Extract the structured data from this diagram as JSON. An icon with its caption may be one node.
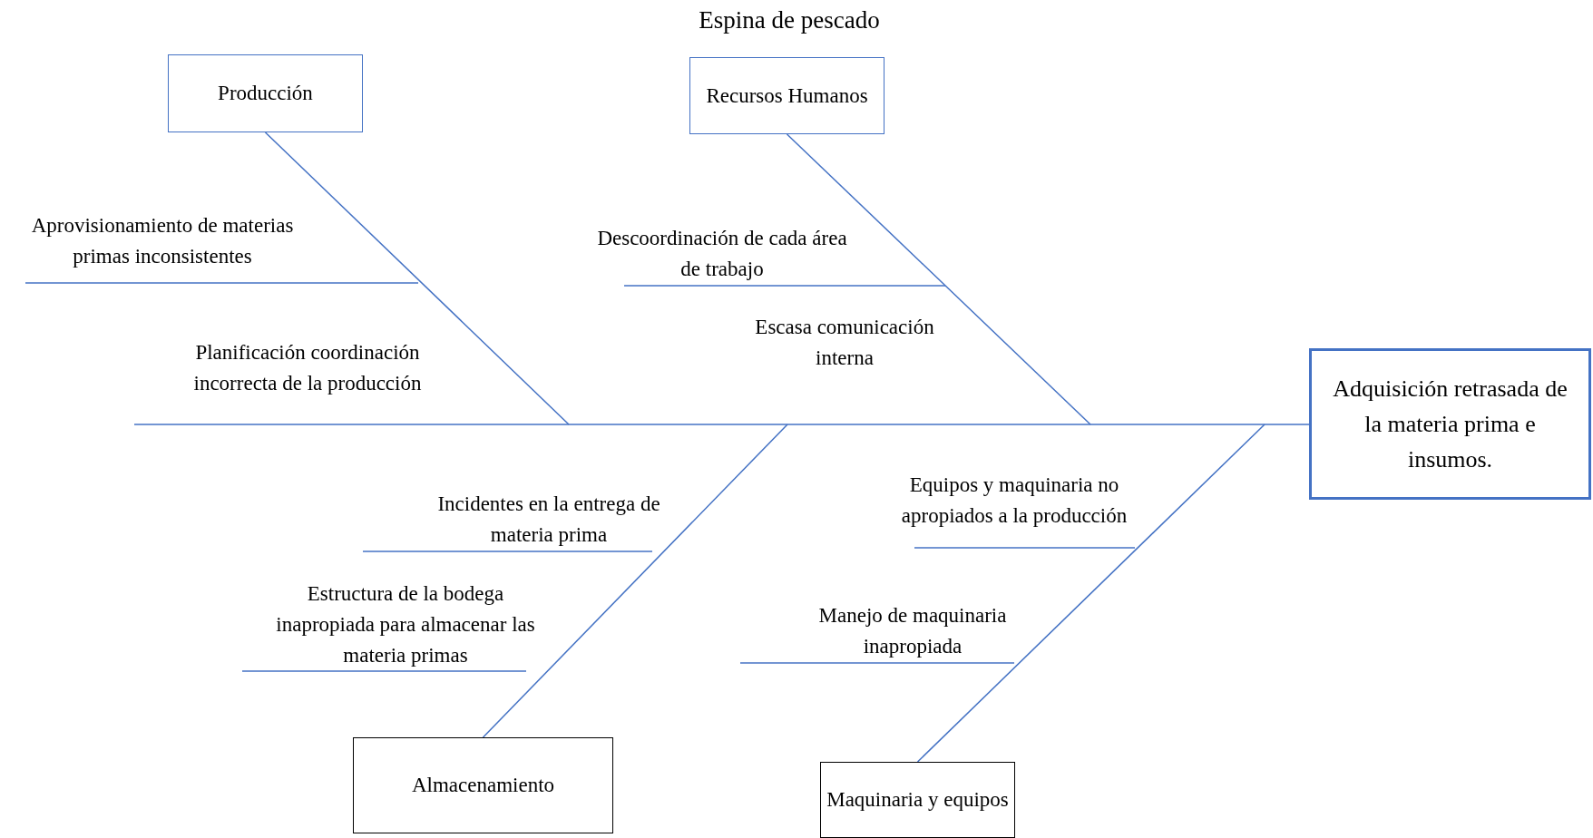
{
  "diagram": {
    "title": "Espina de pescado",
    "nodes": [
      {
        "text": [
          "Producción"
        ]
      },
      {
        "text": [
          "Recursos Humanos"
        ]
      },
      {
        "text": [
          "Adquisición retrasada de la materia prima e insumos."
        ]
      },
      {
        "text": [
          "Almacenamiento"
        ]
      },
      {
        "text": [
          "Maquinaria y equipos"
        ]
      }
    ],
    "edges": [
      {
        "from": null,
        "to": 2,
        "arrow": "none"
      },
      {
        "from": 0,
        "to": null,
        "arrow": "none"
      },
      {
        "from": 1,
        "to": null,
        "arrow": "none"
      },
      {
        "from": 3,
        "to": null,
        "arrow": "none"
      },
      {
        "from": 4,
        "to": null,
        "arrow": "none"
      }
    ],
    "labels": [
      "Aprovisionamiento de materias primas inconsistentes",
      "Descoordinación de cada área de trabajo",
      "Escasa comunicación interna",
      "Planificación coordinación incorrecta de la producción",
      "Equipos y maquinaria no apropiados a la producción",
      "Incidentes en la entrega de materia prima",
      "Estructura de la bodega inapropiada para almacenar las materia primas",
      "Manejo de maquinaria inapropiada"
    ]
  }
}
